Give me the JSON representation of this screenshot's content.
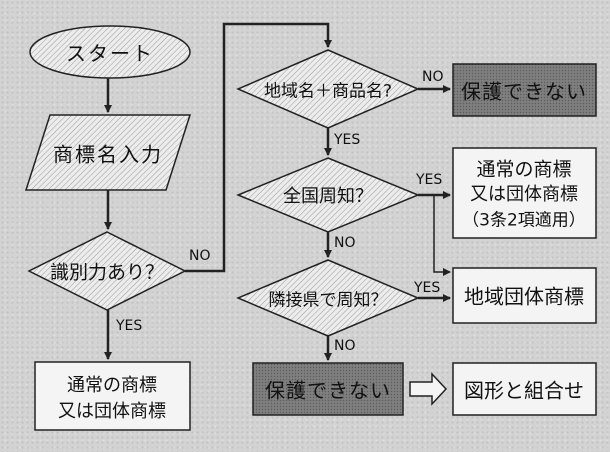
{
  "nodes": {
    "start": "スタート",
    "input": "商標名入力",
    "q_distinct": "識別力あり？",
    "result_normal_line1": "通常の商標",
    "result_normal_line2": "又は団体商標",
    "q_region": "地域名＋商品名?",
    "q_national": "全国周知？",
    "q_neighbor": "隣接県で周知？",
    "cannot_protect_1": "保護できない",
    "normal_3_2_line1": "通常の商標",
    "normal_3_2_line2": "又は団体商標",
    "normal_3_2_line3": "（3条2項適用）",
    "regional_collective": "地域団体商標",
    "cannot_protect_2": "保護できない",
    "figure_combo": "図形と組合せ"
  },
  "edges": {
    "yes": "YES",
    "no": "NO"
  },
  "colors": {
    "hatch_fill": "#e9e9e9",
    "dark_box": "#8a8a8a",
    "white_box": "#f4f4f4",
    "stroke": "#222222"
  }
}
